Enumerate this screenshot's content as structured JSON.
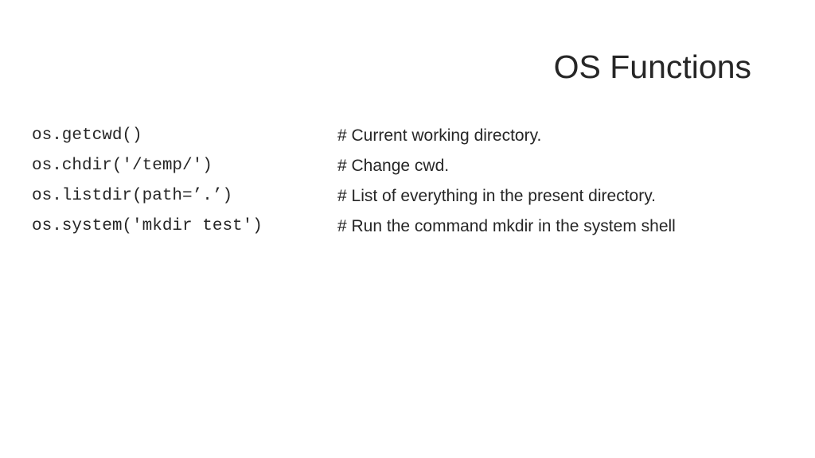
{
  "slide": {
    "title": "OS Functions",
    "rows": [
      {
        "code": "os.getcwd()",
        "comment": "# Current working directory."
      },
      {
        "code": "os.chdir('/temp/')",
        "comment": "# Change cwd."
      },
      {
        "code": "os.listdir(path=’.’)",
        "comment": "# List of everything in the present directory."
      },
      {
        "code": "os.system('mkdir test')",
        "comment": "# Run the command mkdir in the system shell"
      }
    ]
  },
  "colors": {
    "text": "#262626",
    "background": "#ffffff"
  }
}
